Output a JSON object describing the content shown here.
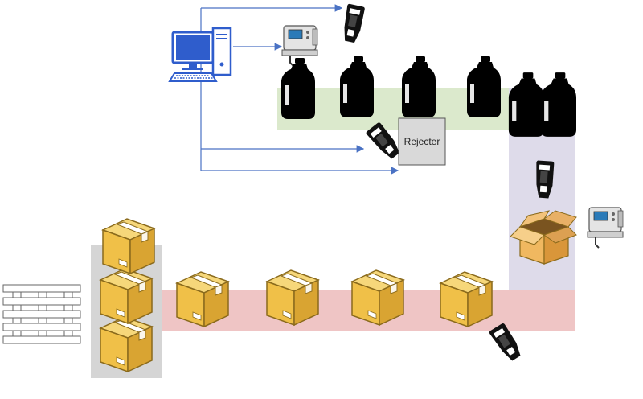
{
  "diagram": {
    "rejecter": {
      "label": "Rejecter"
    },
    "icons": {
      "computer": "desktop-computer-icon",
      "printer": "inkjet-printer-icon",
      "scanner": "barcode-scanner-icon",
      "bottle": "jug-bottle-icon",
      "box": "cardboard-box-icon",
      "open_box": "open-box-icon",
      "pallet": "pallet-icon"
    },
    "colors": {
      "bottle_conveyor": "#dbe9cc",
      "vertical_conveyor": "#dedbea",
      "box_conveyor": "#efc5c5",
      "stack_area": "#d5d5d5",
      "arrow": "#4a72c4",
      "computer": "#2f5dcc",
      "box_fill": "#f0c048",
      "box_edge": "#8a6a1c",
      "bottle": "#000000",
      "rejecter_fill": "#d9d9d9"
    },
    "counts": {
      "bottles": 6,
      "boxes_on_conveyor": 4,
      "boxes_stacked": 3
    }
  }
}
